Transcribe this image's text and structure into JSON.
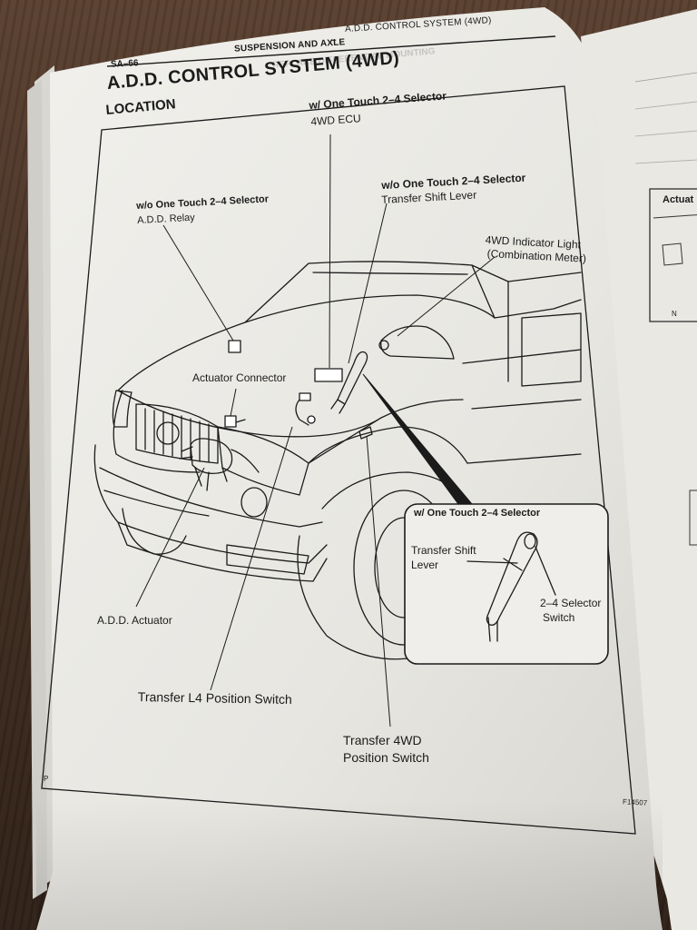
{
  "header": {
    "page_number": "SA–66",
    "section": "SUSPENSION AND AXLE",
    "dash": "–",
    "subsection": "A.D.D. CONTROL SYSTEM (4WD)"
  },
  "title": "A.D.D. CONTROL SYSTEM (4WD)",
  "subtitle": "LOCATION",
  "callouts": {
    "ecu_condition": "w/ One Touch 2–4 Selector",
    "ecu": "4WD ECU",
    "lever_condition": "w/o One Touch 2–4 Selector",
    "lever": "Transfer Shift Lever",
    "relay_condition": "w/o One Touch 2–4 Selector",
    "relay": "A.D.D. Relay",
    "indicator_line1": "4WD Indicator Light",
    "indicator_line2": "(Combination Meter)",
    "actuator_connector": "Actuator Connector",
    "actuator": "A.D.D. Actuator",
    "l4_switch": "Transfer L4 Position Switch",
    "fourwd_switch_line1": "Transfer 4WD",
    "fourwd_switch_line2": "Position Switch"
  },
  "inset": {
    "title": "w/ One Touch 2–4 Selector",
    "lever_line1": "Transfer Shift",
    "lever_line2": "Lever",
    "selector_line1": "2–4 Selector",
    "selector_line2": "Switch"
  },
  "footer": {
    "corner_mark": "P",
    "figure_code": "F14507"
  },
  "right_page": {
    "heading": "Actuat",
    "north_mark": "N"
  },
  "colors": {
    "paper": "#ecebe6",
    "ink": "#1b1b1b",
    "table": "#4a3526"
  }
}
